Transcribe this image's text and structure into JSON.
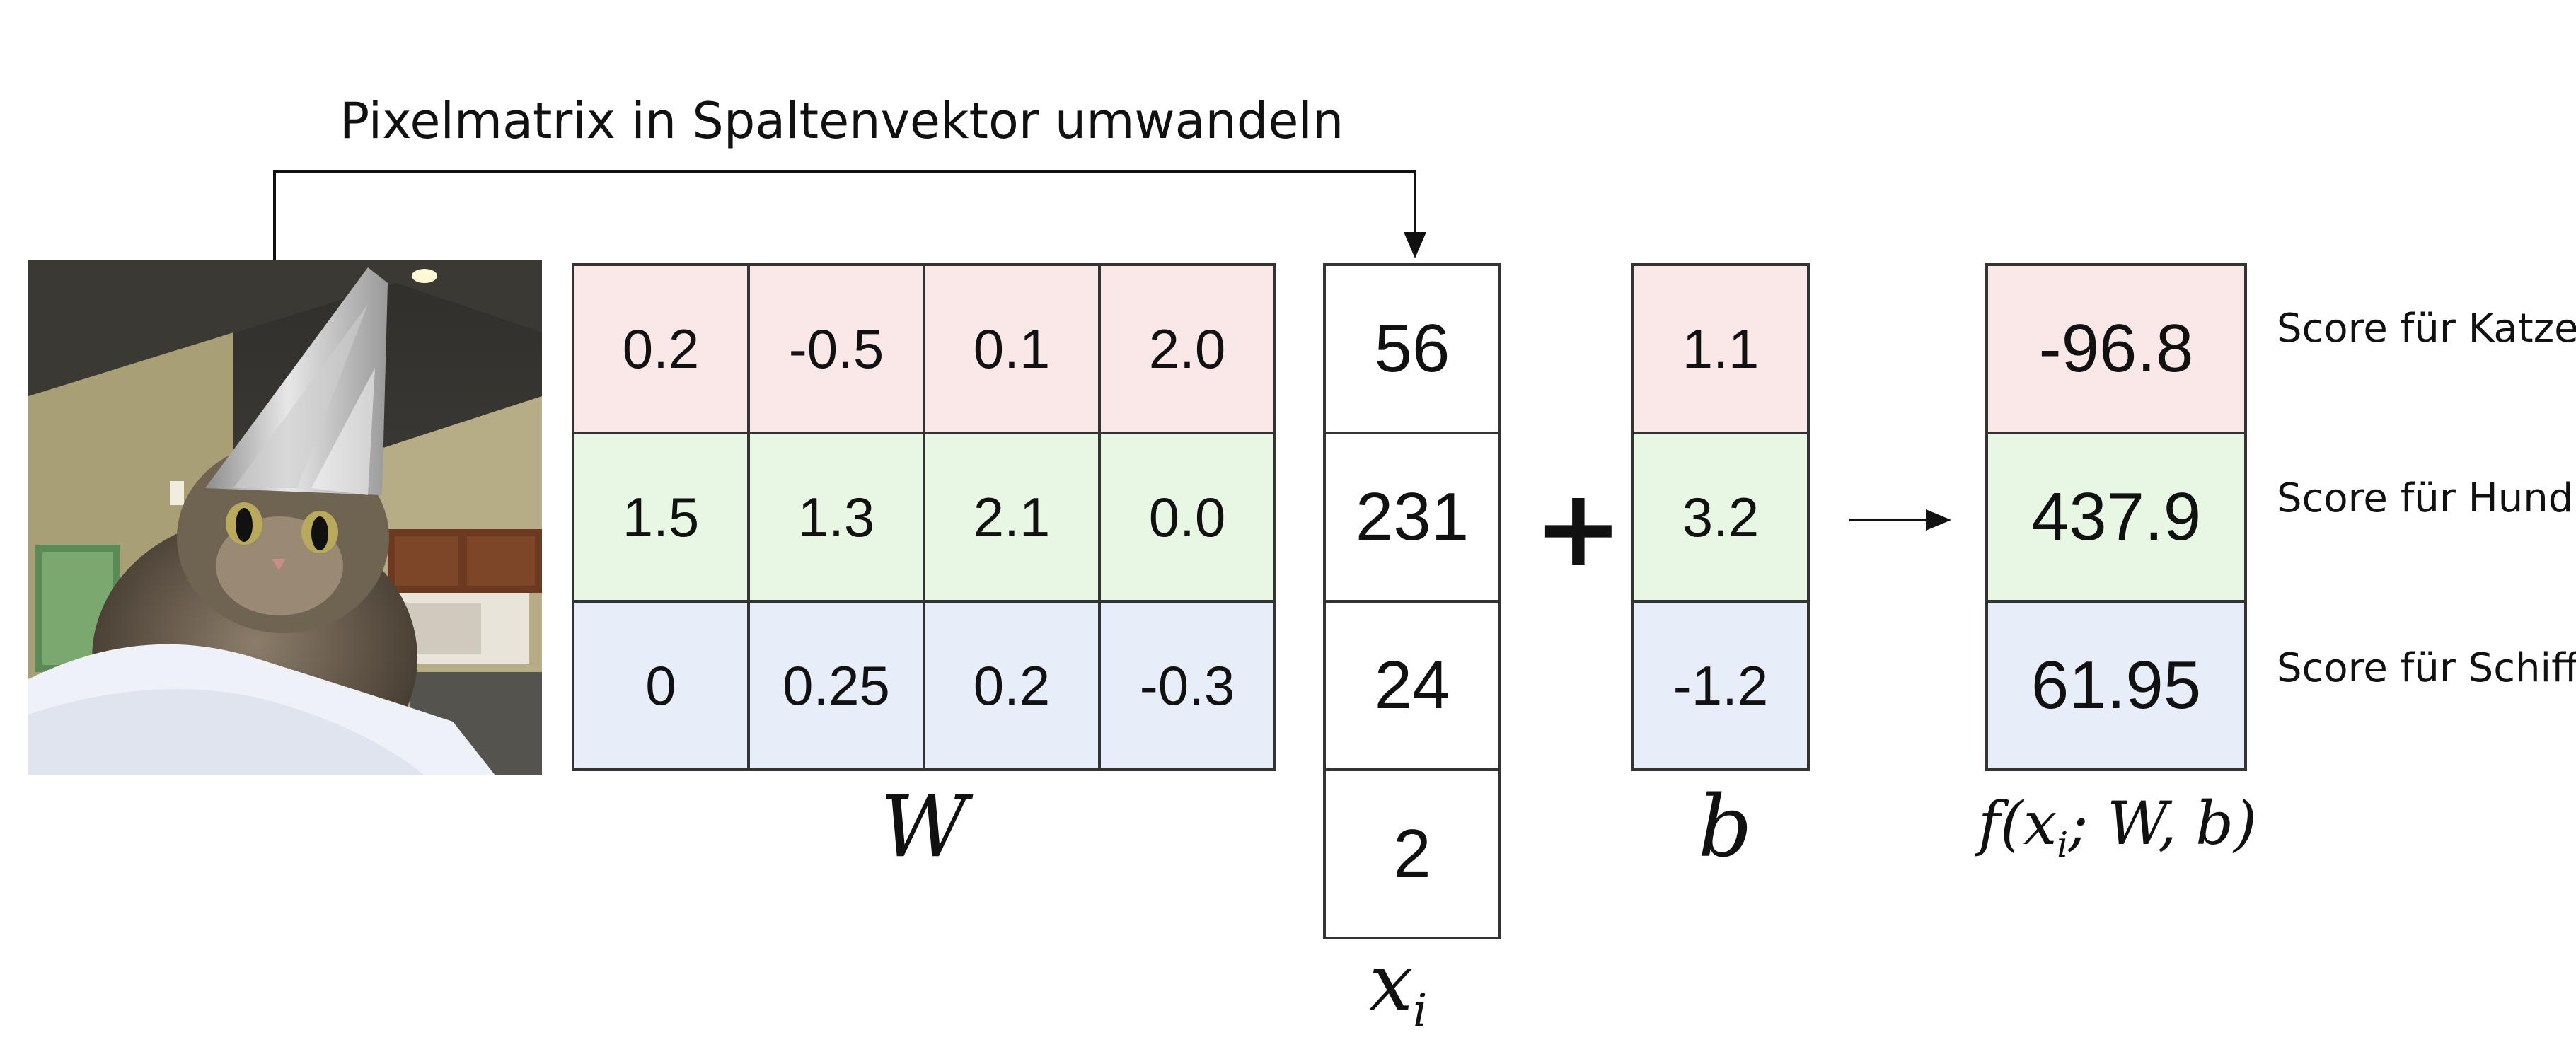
{
  "caption": "Pixelmatrix in Spaltenvektor umwandeln",
  "plus_symbol": "+",
  "colors": {
    "row_cat": "#f9e8e7",
    "row_dog": "#e8f7e3",
    "row_ship": "#e8eef9",
    "border": "#333333"
  },
  "matrix_W": {
    "label": "W",
    "rows": [
      [
        "0.2",
        "-0.5",
        "0.1",
        "2.0"
      ],
      [
        "1.5",
        "1.3",
        "2.1",
        "0.0"
      ],
      [
        "0",
        "0.25",
        "0.2",
        "-0.3"
      ]
    ]
  },
  "vector_x": {
    "label": "x",
    "label_sub": "i",
    "values": [
      "56",
      "231",
      "24",
      "2"
    ]
  },
  "vector_b": {
    "label": "b",
    "values": [
      "1.1",
      "3.2",
      "-1.2"
    ]
  },
  "vector_f": {
    "label": "f(x; W, b)",
    "label_pre": "f(x",
    "label_sub": "i",
    "label_post": "; W, b)",
    "values": [
      "-96.8",
      "437.9",
      "61.95"
    ]
  },
  "scores": [
    "Score für Katze",
    "Score für Hund",
    "Score für Schiff"
  ],
  "icons": {
    "photo": "cat-in-foil-hat-photo",
    "arrow_to_x": "connector-arrow-icon",
    "result_arrow": "right-arrow-icon"
  }
}
